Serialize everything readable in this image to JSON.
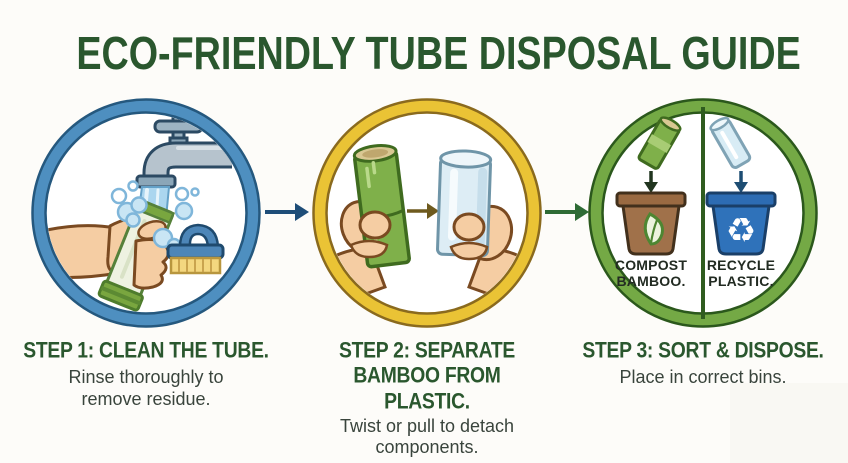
{
  "title": "ECO-FRIENDLY TUBE DISPOSAL GUIDE",
  "steps": [
    {
      "heading": "STEP 1: CLEAN THE TUBE.",
      "description": "Rinse thoroughly to remove residue."
    },
    {
      "heading": "STEP 2: SEPARATE BAMBOO FROM PLASTIC.",
      "description": "Twist or pull to detach components."
    },
    {
      "heading": "STEP 3: SORT & DISPOSE.",
      "description": "Place in correct bins."
    }
  ],
  "bins": {
    "compost": {
      "line1": "COMPOST",
      "line2": "BAMBOO."
    },
    "recycle": {
      "line1": "RECYCLE",
      "line2": "PLASTIC."
    }
  },
  "icons": {
    "recycle_symbol": "♻"
  },
  "colors": {
    "title_green": "#2a572e",
    "body_text": "#39443c",
    "ring_blue": "#4e8fc0",
    "ring_yellow": "#eac335",
    "ring_green": "#74a945",
    "arrow_navy": "#1e4d78",
    "arrow_green": "#2e6b35",
    "compost_brown": "#a0714a",
    "recycle_blue": "#2f72ba",
    "bamboo_green": "#7fb04a",
    "plastic_blue": "#ddedf5",
    "skin": "#f5cda3"
  }
}
